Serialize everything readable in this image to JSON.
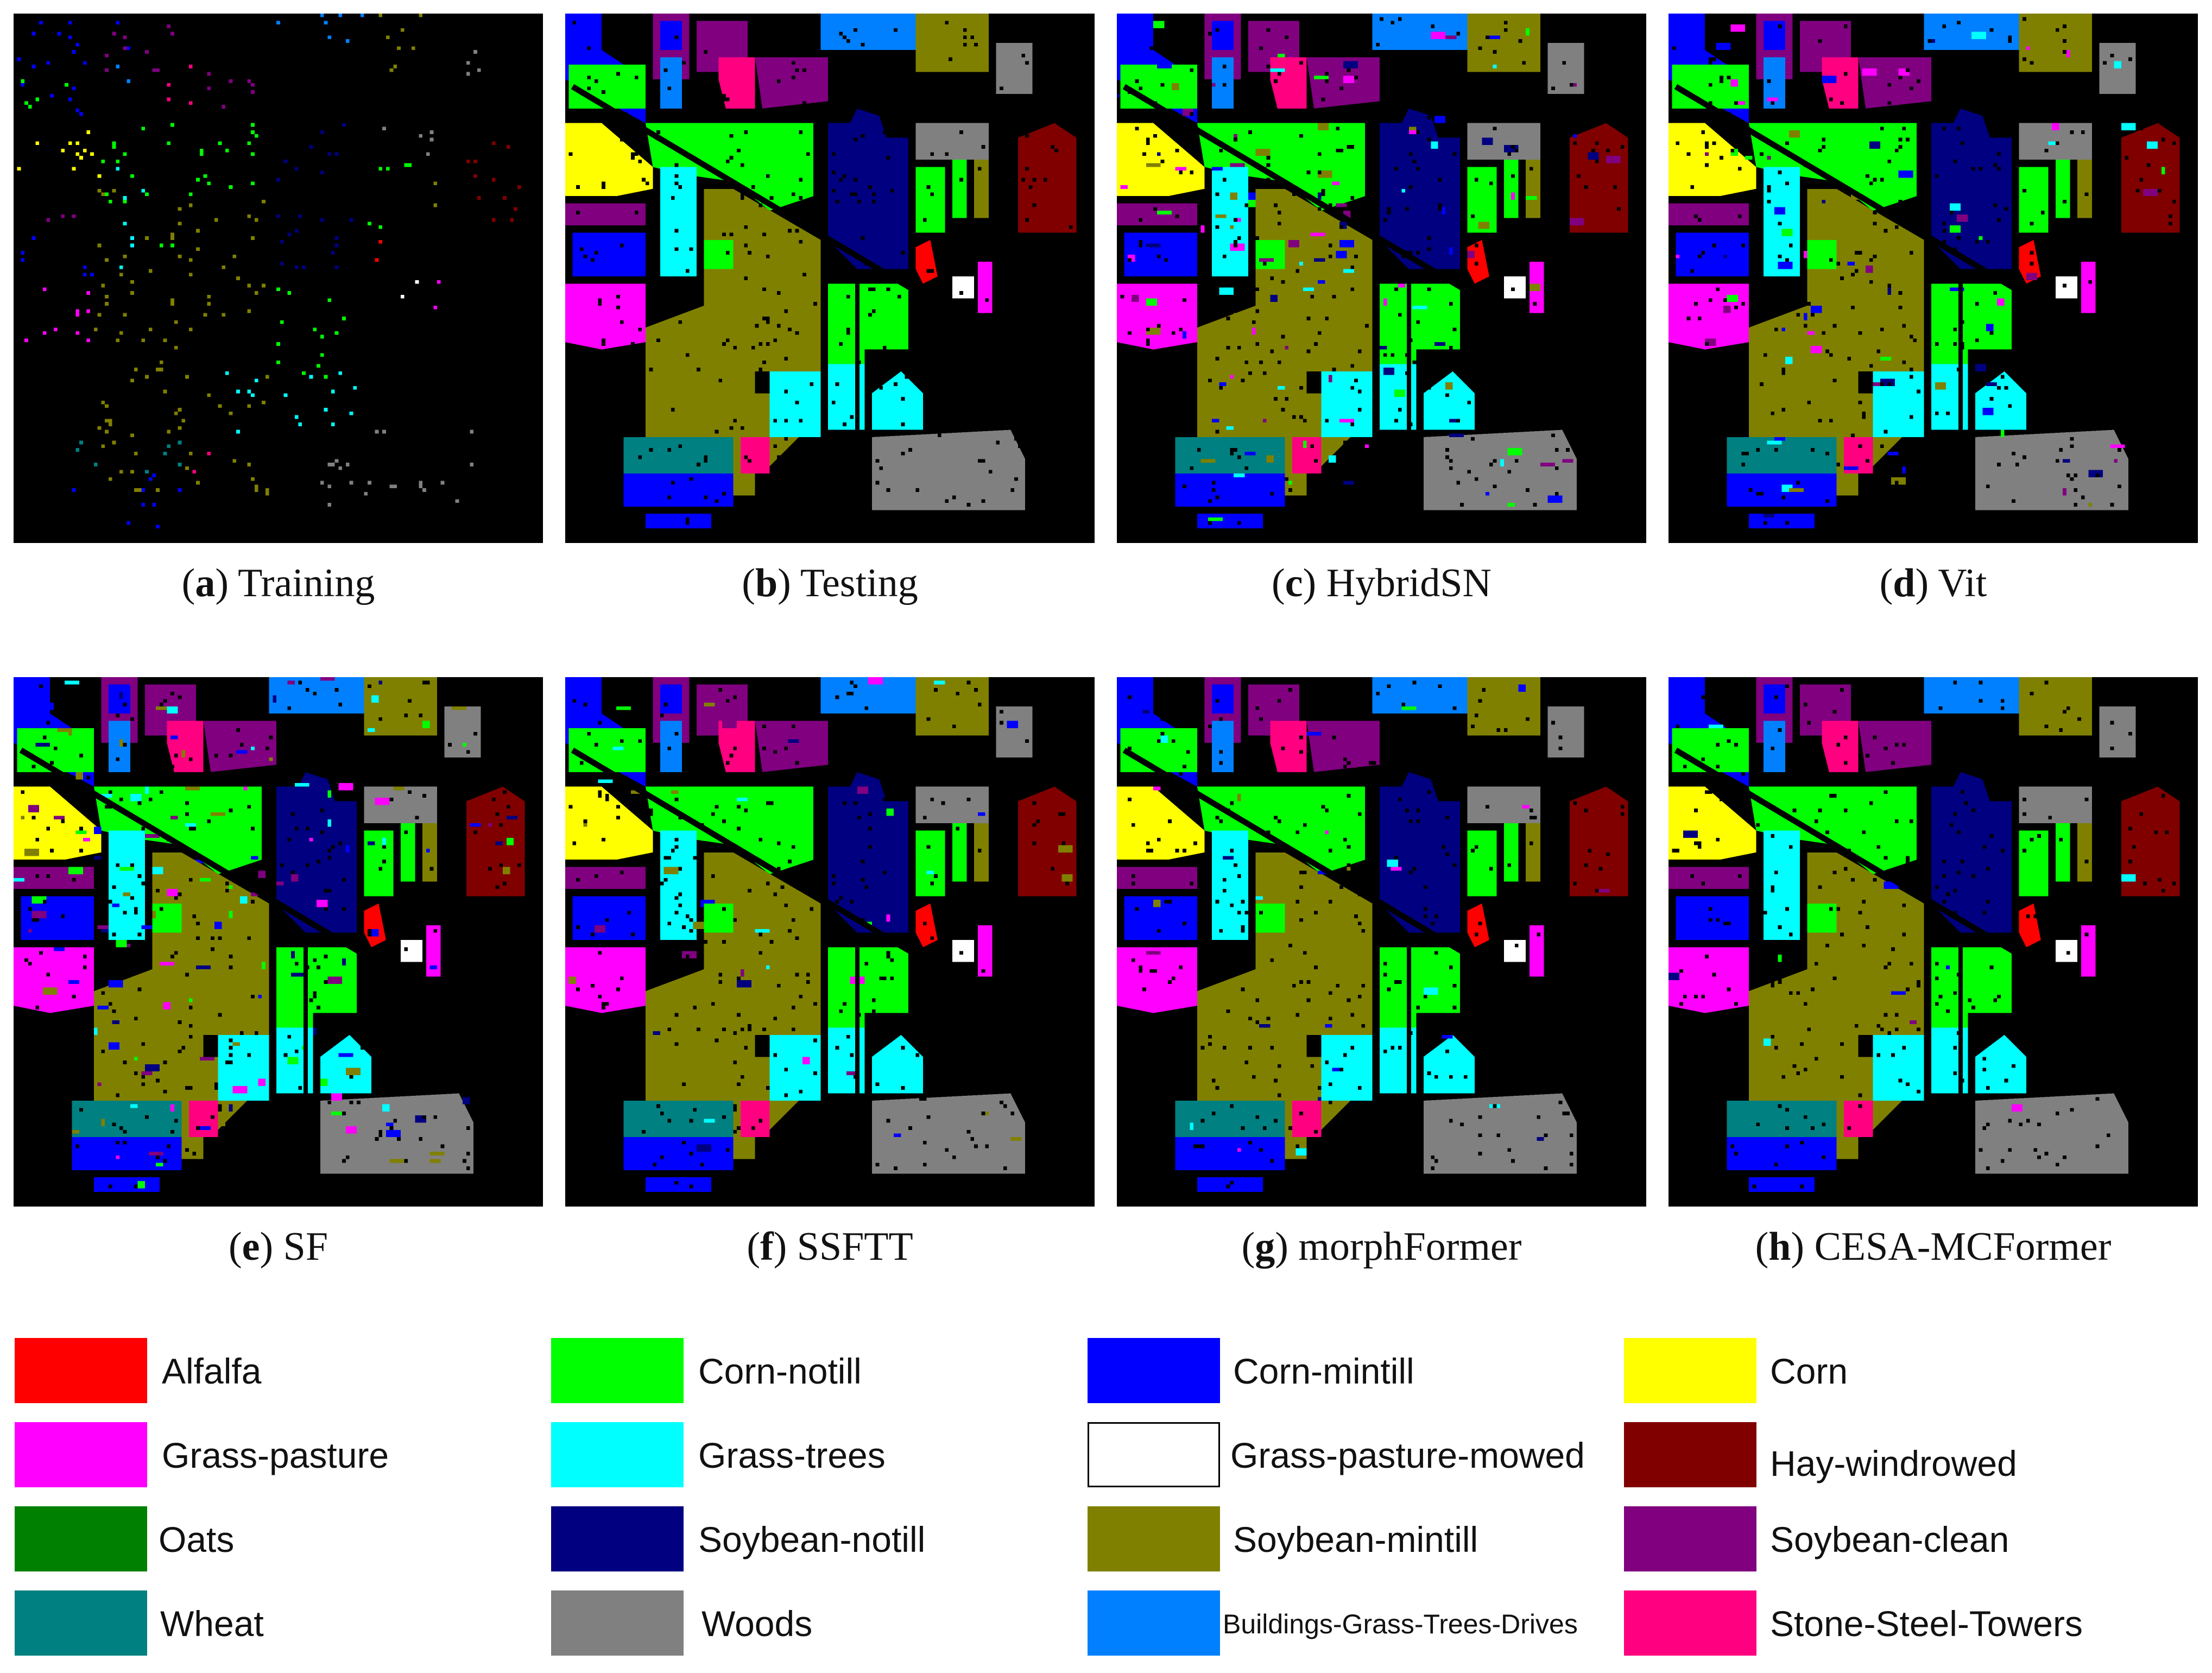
{
  "panels": [
    {
      "letter": "a",
      "name": "Training"
    },
    {
      "letter": "b",
      "name": "Testing"
    },
    {
      "letter": "c",
      "name": "HybridSN"
    },
    {
      "letter": "d",
      "name": "Vit"
    },
    {
      "letter": "e",
      "name": "SF"
    },
    {
      "letter": "f",
      "name": "SSFTT"
    },
    {
      "letter": "g",
      "name": "morphFormer"
    },
    {
      "letter": "h",
      "name": "CESA-MCFormer"
    }
  ],
  "legend": [
    {
      "label": "Alfalfa",
      "color": "#ff0000"
    },
    {
      "label": "Corn-notill",
      "color": "#00ff00"
    },
    {
      "label": "Corn-mintill",
      "color": "#0000ff"
    },
    {
      "label": "Corn",
      "color": "#ffff00"
    },
    {
      "label": "Grass-pasture",
      "color": "#ff00ff"
    },
    {
      "label": "Grass-trees",
      "color": "#00ffff"
    },
    {
      "label": "Grass-pasture-mowed",
      "color": "#ffffff"
    },
    {
      "label": "Hay-windrowed",
      "color": "#800000"
    },
    {
      "label": "Oats",
      "color": "#008000"
    },
    {
      "label": "Soybean-notill",
      "color": "#000080"
    },
    {
      "label": "Soybean-mintill",
      "color": "#808000"
    },
    {
      "label": "Soybean-clean",
      "color": "#800080"
    },
    {
      "label": "Wheat",
      "color": "#008080"
    },
    {
      "label": "Woods",
      "color": "#808080"
    },
    {
      "label": "Buildings-Grass-Trees-Drives",
      "color": "#0080ff"
    },
    {
      "label": "Stone-Steel-Towers",
      "color": "#ff0080"
    }
  ]
}
